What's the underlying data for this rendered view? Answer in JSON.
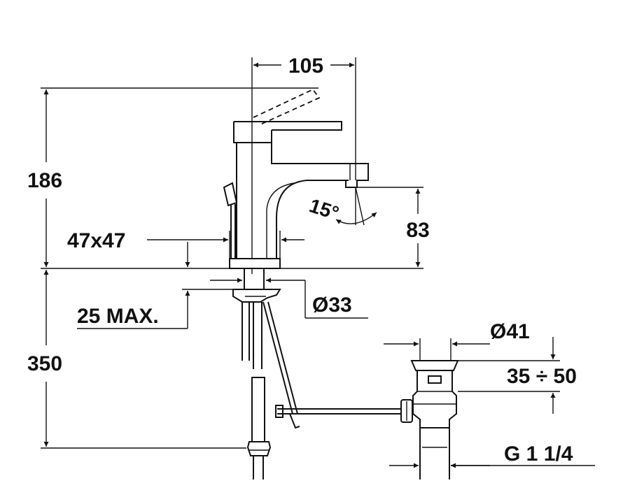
{
  "dimensions": {
    "spout_reach": "105",
    "total_height": "186",
    "spout_height": "83",
    "spout_angle": "15°",
    "base_size": "47x47",
    "deck_thickness": "25 MAX.",
    "hole_diameter": "Ø33",
    "below_deck": "350",
    "drain_diameter": "Ø41",
    "drain_range": "35 ÷ 50",
    "drain_thread": "G 1 1/4"
  },
  "colors": {
    "ink": "#111111",
    "paper": "#ffffff"
  }
}
